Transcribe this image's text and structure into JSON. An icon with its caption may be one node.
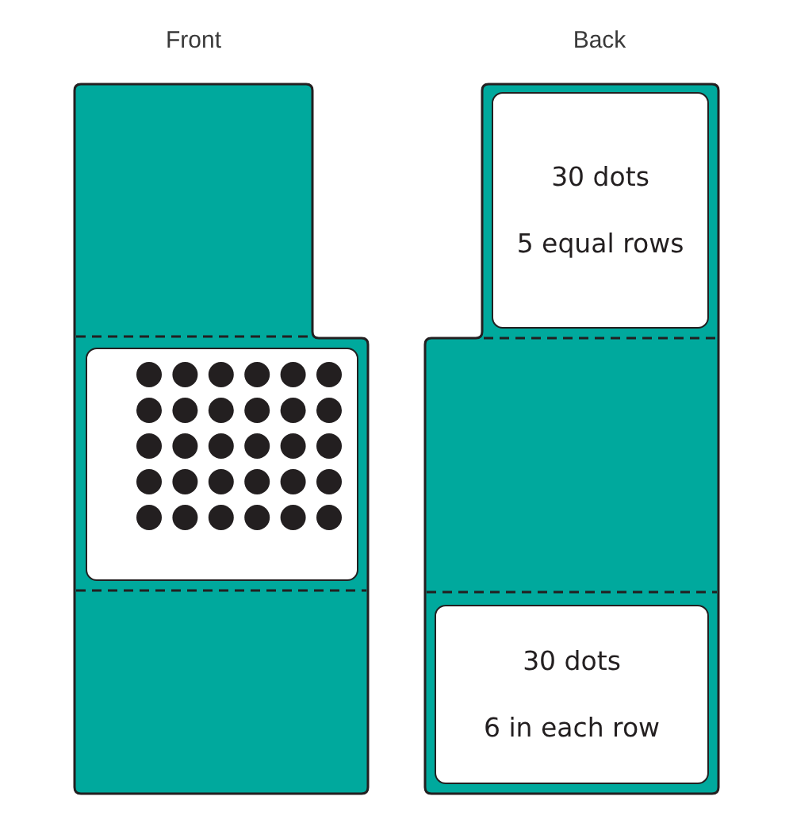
{
  "diagram": {
    "nodes": [
      {
        "text": [
          "Front"
        ]
      },
      {
        "text": [],
        "shape": "box",
        "in": 0
      },
      {
        "text": [
          "Back"
        ]
      },
      {
        "text": [
          "30 dots",
          "5 equal rows"
        ],
        "in": 2
      },
      {
        "text": [
          "30 dots",
          "6 in each row"
        ],
        "in": 2
      }
    ]
  }
}
